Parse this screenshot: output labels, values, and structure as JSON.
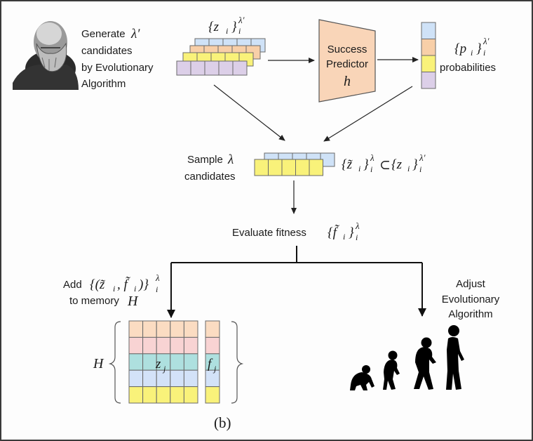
{
  "figure": {
    "panel_label": "(b)",
    "colors": {
      "blue": "#cfe2f7",
      "orange": "#f8cfa8",
      "yellow": "#f9f27a",
      "purple": "#dccfe8",
      "predictor": "#f9d5b8",
      "mem_orange": "#fbdcc2",
      "mem_pink": "#f8d3d3",
      "mem_teal": "#aee0df",
      "mem_blue": "#d3e2f8",
      "mem_yellow": "#f9f27a"
    }
  },
  "generate": {
    "line1": "Generate",
    "lambda_prime": "λ′",
    "line2": "candidates",
    "line3": "by Evolutionary",
    "line4": "Algorithm",
    "portrait_icon": "darwin-portrait-icon"
  },
  "candidates_set": {
    "label": "{z",
    "sub": "i",
    "close": "}",
    "sup": "λ′",
    "subafter": "i"
  },
  "predictor": {
    "line1": "Success",
    "line2": "Predictor",
    "symbol": "h"
  },
  "probabilities": {
    "set_open": "{p",
    "sub": "i",
    "close": "}",
    "sup": "λ′",
    "subafter": "i",
    "label": "probabilities"
  },
  "sample": {
    "line1": "Sample",
    "lambda": "λ",
    "line2": "candidates",
    "set_expr": "{z̃",
    "sub": "i",
    "close": "}",
    "sup": "λ",
    "subafter": "i",
    "subset": "⊂",
    "superset": "{z",
    "sup2": "λ′",
    "sub2": "i"
  },
  "evaluate": {
    "label": "Evaluate fitness",
    "set_open": "{f̃",
    "sub": "i",
    "close": "}",
    "sup": "λ",
    "subafter": "i"
  },
  "add_memory": {
    "line1": "Add",
    "expr": "{(z̃",
    "sub1": "i",
    "comma": ", f̃",
    "sub2": "i",
    "close": ")}",
    "sup": "λ",
    "subafter": "i",
    "line2": "to memory",
    "H": "H"
  },
  "memory": {
    "H": "H",
    "zj": "z",
    "zj_sub": "j",
    "fj": "f",
    "fj_sub": "j"
  },
  "adjust": {
    "line1": "Adjust",
    "line2": "Evolutionary",
    "line3": "Algorithm",
    "icon": "evolution-silhouette-icon"
  }
}
